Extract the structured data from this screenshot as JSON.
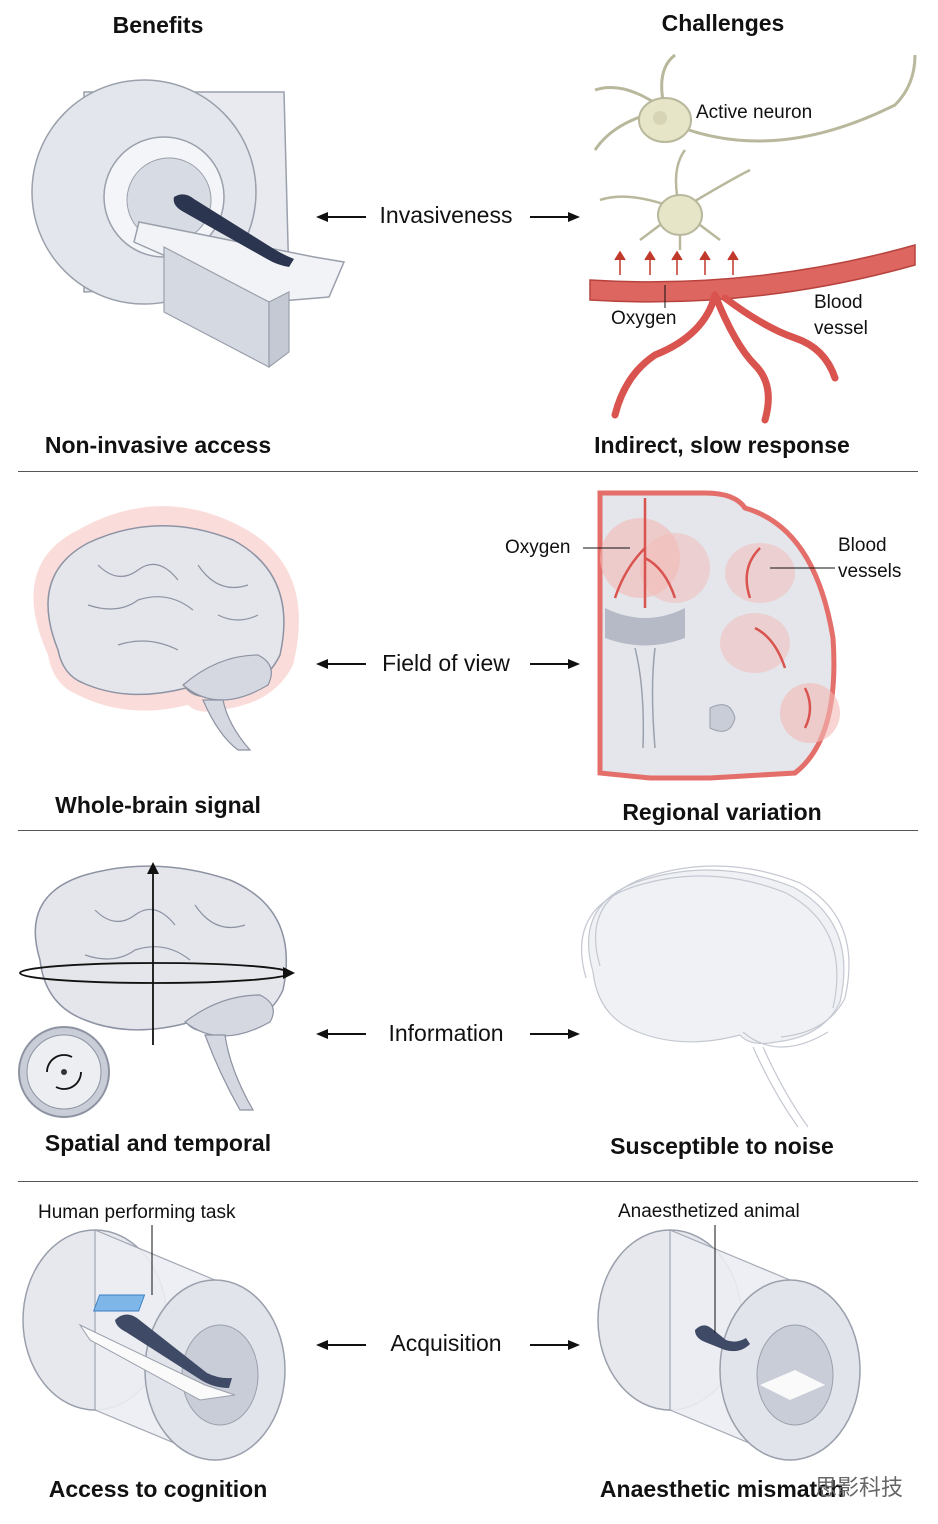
{
  "headers": {
    "left": "Benefits",
    "right": "Challenges"
  },
  "rows": [
    {
      "center": "Invasiveness",
      "left_caption": "Non-invasive access",
      "right_caption": "Indirect, slow response",
      "labels": {
        "neuron": "Active neuron",
        "oxygen": "Oxygen",
        "vessel": "Blood\nvessel"
      }
    },
    {
      "center": "Field of view",
      "left_caption": "Whole-brain signal",
      "right_caption": "Regional variation",
      "labels": {
        "oxygen": "Oxygen",
        "vessels": "Blood\nvessels"
      }
    },
    {
      "center": "Information",
      "left_caption": "Spatial and temporal",
      "right_caption": "Susceptible to noise"
    },
    {
      "center": "Acquisition",
      "left_caption": "Access to cognition",
      "right_caption": "Anaesthetic mismatch",
      "labels": {
        "human": "Human performing task",
        "animal": "Anaesthetized animal"
      }
    }
  ],
  "watermark": "思影科技",
  "colors": {
    "vessel": "#d9534f",
    "scanner": "#e6e8ee",
    "scanner_edge": "#9aa0ac",
    "figure": "#2b3550",
    "glow": "#f7c9c6"
  }
}
